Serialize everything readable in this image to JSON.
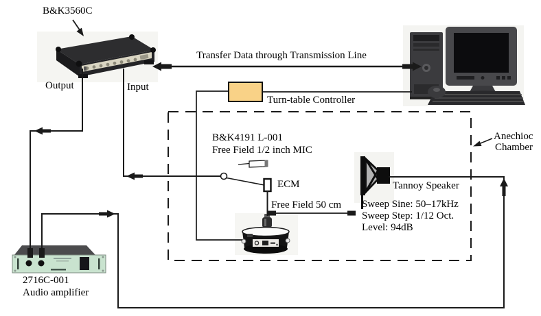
{
  "analyzer": {
    "name": "B&K3560C",
    "output": "Output",
    "input": "Input"
  },
  "transfer": {
    "label": "Transfer Data through Transmission Line"
  },
  "turntable_controller": {
    "label": "Turn-table Controller"
  },
  "reference_mic": {
    "model": "B&K4191 L-001",
    "type": "Free Field 1/2 inch MIC"
  },
  "dut": {
    "label": "ECM"
  },
  "distance": {
    "label": "Free Field 50 cm"
  },
  "speaker": {
    "name": "Tannoy Speaker",
    "sweep_sine": "Sweep Sine: 50–17kHz",
    "sweep_step": "Sweep Step: 1/12 Oct.",
    "level": "Level: 94dB"
  },
  "chamber": {
    "name_line1": "Anechioc",
    "name_line2": "Chamber"
  },
  "amplifier": {
    "model": "2716C-001",
    "type": "Audio amplifier"
  },
  "colors": {
    "controller_box": "#f9d287",
    "amplifier_panel": "#c9e3cf",
    "wire": "#1a1a1a"
  }
}
